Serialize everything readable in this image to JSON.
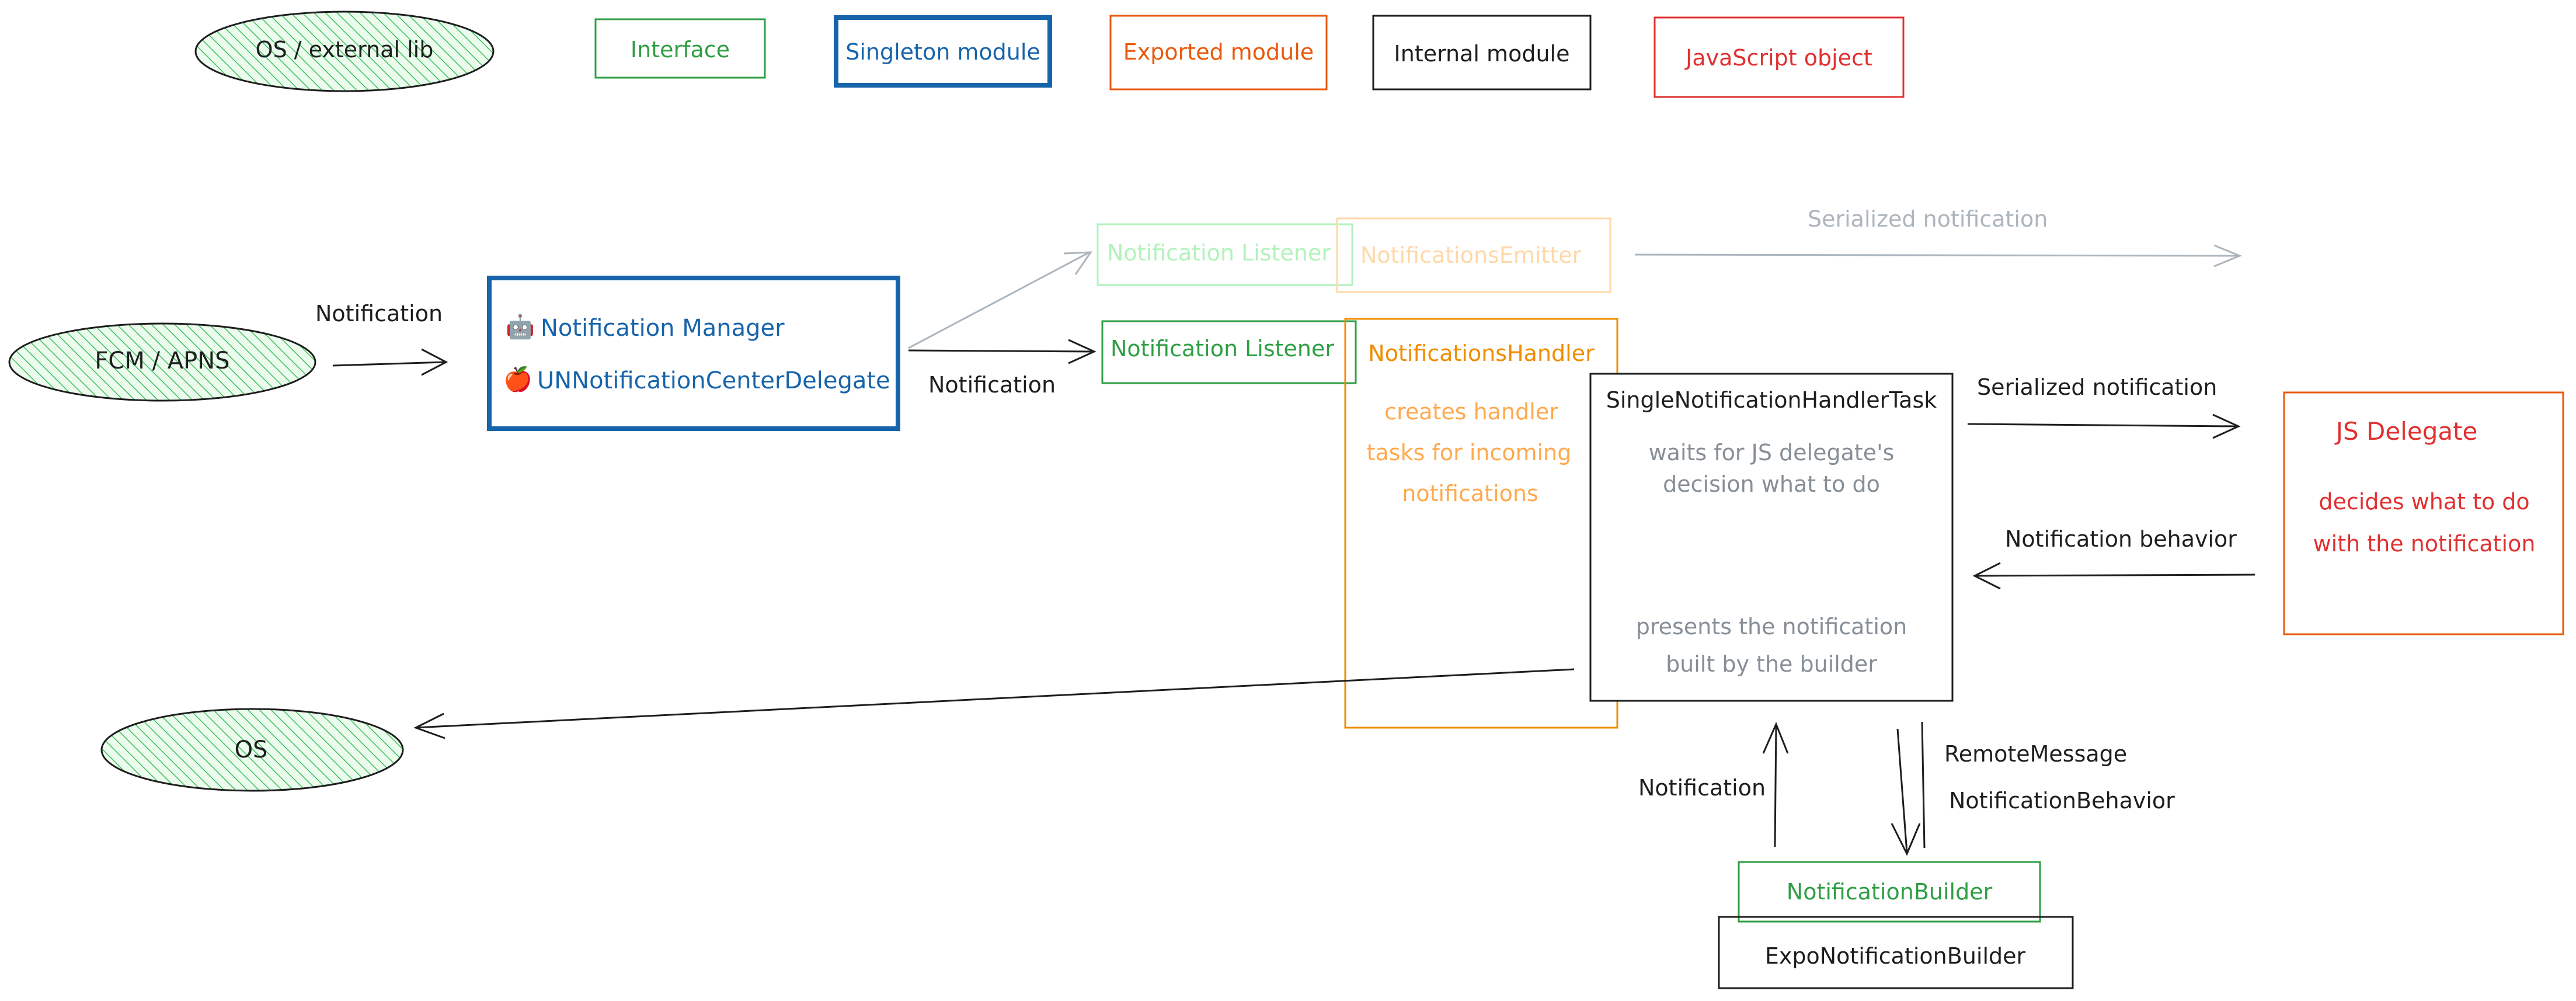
{
  "legend": {
    "os_external_lib": "OS / external lib",
    "interface": "Interface",
    "singleton_module": "Singleton module",
    "exported_module": "Exported module",
    "internal_module": "Internal module",
    "javascript_object": "JavaScript object"
  },
  "nodes": {
    "fcm_apns": "FCM / APNS",
    "os": "OS",
    "notification_manager": "Notification Manager",
    "un_delegate": "UNNotificationCenterDelegate",
    "android_icon": "🤖",
    "apple_icon": "🍎",
    "listener_faded": "Notification Listener",
    "emitter_faded": "NotificationsEmitter",
    "listener": "Notification Listener",
    "handler_title": "NotificationsHandler",
    "handler_desc": [
      "creates handler",
      "tasks for incoming",
      "notifications"
    ],
    "task_title": "SingleNotificationHandlerTask",
    "task_desc1": [
      "waits for JS delegate's",
      "decision what to do"
    ],
    "task_desc2": [
      "presents the notification",
      "built by the builder"
    ],
    "js_delegate_title": "JS Delegate",
    "js_delegate_desc": [
      "decides what to do",
      "with the notification"
    ],
    "notification_builder": "NotificationBuilder",
    "expo_notification_builder": "ExpoNotificationBuilder"
  },
  "edges": {
    "fcm_to_manager": "Notification",
    "manager_to_listener": "Notification",
    "serialized_faded": "Serialized notification",
    "task_to_js": "Serialized notification",
    "js_to_task": "Notification behavior",
    "builder_to_task": "Notification",
    "task_to_builder_1": "RemoteMessage",
    "task_to_builder_2": "NotificationBehavior"
  },
  "colors": {
    "interface": "#2f9e44",
    "singleton": "#1864ab",
    "exported": "#e8590c",
    "internal": "#1e1e1e",
    "javascript": "#e03131",
    "faded_grey": "#adb5bd",
    "hachure_fill": "#b2f2bb"
  }
}
